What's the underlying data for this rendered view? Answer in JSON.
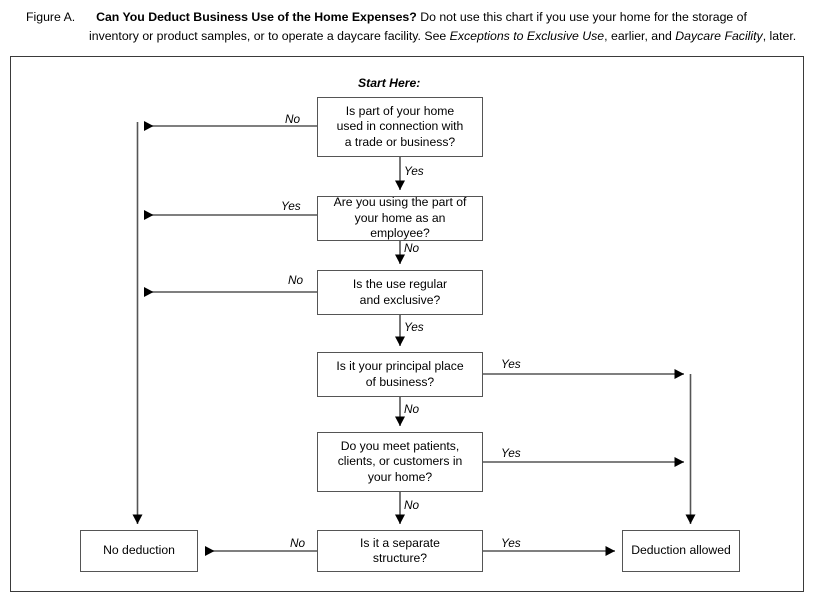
{
  "caption": {
    "figure_label": "Figure A.",
    "title": "Can You Deduct Business Use of the Home Expenses?",
    "body_1": " Do not use this chart if you use your home for the storage of",
    "body_2a": "inventory or product samples, or to operate a daycare facility. See ",
    "body_2b_italic": "Exceptions to Exclusive Use",
    "body_2c": ", earlier, and ",
    "body_2d_italic": "Daycare Facility",
    "body_2e": ", later."
  },
  "flowchart": {
    "start_label": "Start Here:",
    "nodes": {
      "q1": {
        "line1": "Is part of your home",
        "line2": "used in connection with",
        "line3": "a trade or business?"
      },
      "q2": {
        "line1": "Are you using the part of",
        "line2": "your home as an employee?"
      },
      "q3": {
        "line1": "Is the use regular",
        "line2": "and exclusive?"
      },
      "q4": {
        "line1": "Is it your principal place",
        "line2": "of business?"
      },
      "q5": {
        "line1": "Do you meet patients,",
        "line2": "clients, or customers in",
        "line3": "your home?"
      },
      "q6": {
        "line1": "Is it a separate",
        "line2": "structure?"
      },
      "no_deduction": {
        "line1": "No deduction"
      },
      "deduction_allowed": {
        "line1": "Deduction allowed"
      }
    },
    "edges": {
      "q1_no": "No",
      "q1_yes": "Yes",
      "q2_yes": "Yes",
      "q2_no": "No",
      "q3_no": "No",
      "q3_yes": "Yes",
      "q4_yes": "Yes",
      "q4_no": "No",
      "q5_yes": "Yes",
      "q5_no": "No",
      "q6_no": "No",
      "q6_yes": "Yes"
    }
  },
  "colors": {
    "line": "#555555",
    "frame": "#3a3a3a",
    "arrowhead": "#000000",
    "background": "#ffffff"
  }
}
